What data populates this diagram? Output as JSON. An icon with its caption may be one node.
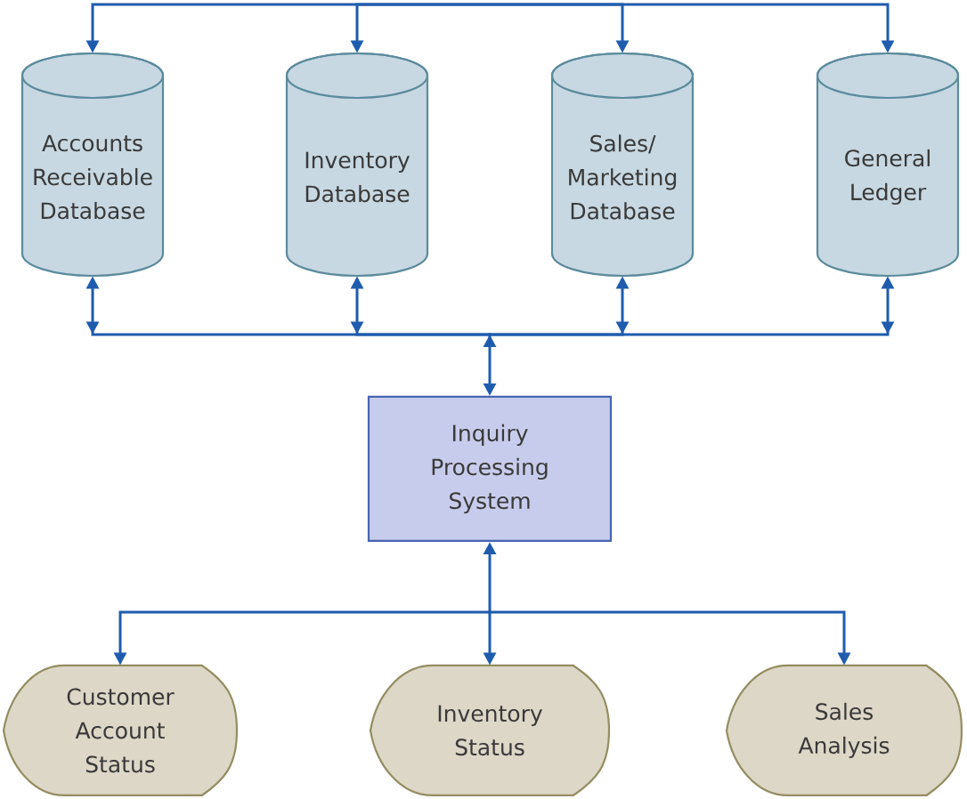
{
  "diagram": {
    "nodes": [
      {
        "text": [
          "Accounts Receivable Database"
        ]
      },
      {
        "text": [
          "Inventory Database"
        ]
      },
      {
        "text": [
          "Sales/ Marketing Database"
        ]
      },
      {
        "text": [
          "General Ledger"
        ]
      },
      {
        "text": [
          "Inquiry Processing System"
        ]
      },
      {
        "text": [
          "Customer Account Status"
        ]
      },
      {
        "text": [
          "Inventory Status"
        ]
      },
      {
        "text": [
          "Sales Analysis"
        ]
      }
    ],
    "edges": [
      {
        "from": null,
        "to": 0,
        "arrow": "to"
      },
      {
        "from": null,
        "to": 1,
        "arrow": "to"
      },
      {
        "from": null,
        "to": 2,
        "arrow": "to"
      },
      {
        "from": null,
        "to": 3,
        "arrow": "to"
      },
      {
        "from": 0,
        "to": 4,
        "arrow": "both"
      },
      {
        "from": 1,
        "to": 4,
        "arrow": "both"
      },
      {
        "from": 2,
        "to": 4,
        "arrow": "both"
      },
      {
        "from": 3,
        "to": 4,
        "arrow": "both"
      },
      {
        "from": 4,
        "to": 5,
        "arrow": "both"
      },
      {
        "from": 4,
        "to": 6,
        "arrow": "both"
      },
      {
        "from": 4,
        "to": 7,
        "arrow": "both"
      }
    ]
  }
}
